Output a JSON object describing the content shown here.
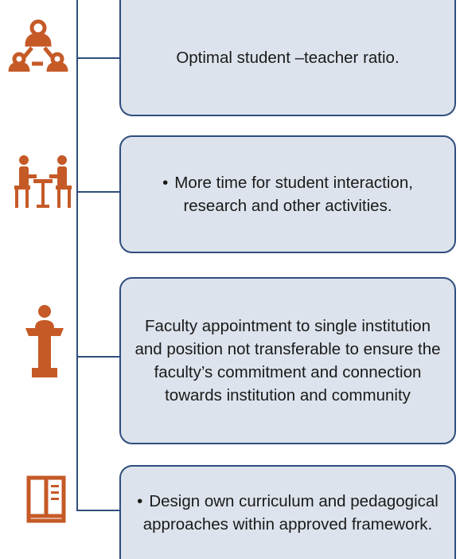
{
  "colors": {
    "accent": "#2f4e7d",
    "box_fill": "#dde3ec",
    "icon": "#c55a27"
  },
  "items": [
    {
      "icon": "network-people-icon",
      "text": "Optimal student –teacher ratio.",
      "bullet": ""
    },
    {
      "icon": "meeting-table-icon",
      "text": "More time for student interaction, research and other activities.",
      "bullet": "•"
    },
    {
      "icon": "lectern-speaker-icon",
      "text": "Faculty appointment to single institution and position not transferable to ensure the faculty’s commitment and connection towards institution and community",
      "bullet": ""
    },
    {
      "icon": "book-icon",
      "text": "Design own curriculum and pedagogical approaches  within approved framework.",
      "bullet": "•"
    }
  ]
}
